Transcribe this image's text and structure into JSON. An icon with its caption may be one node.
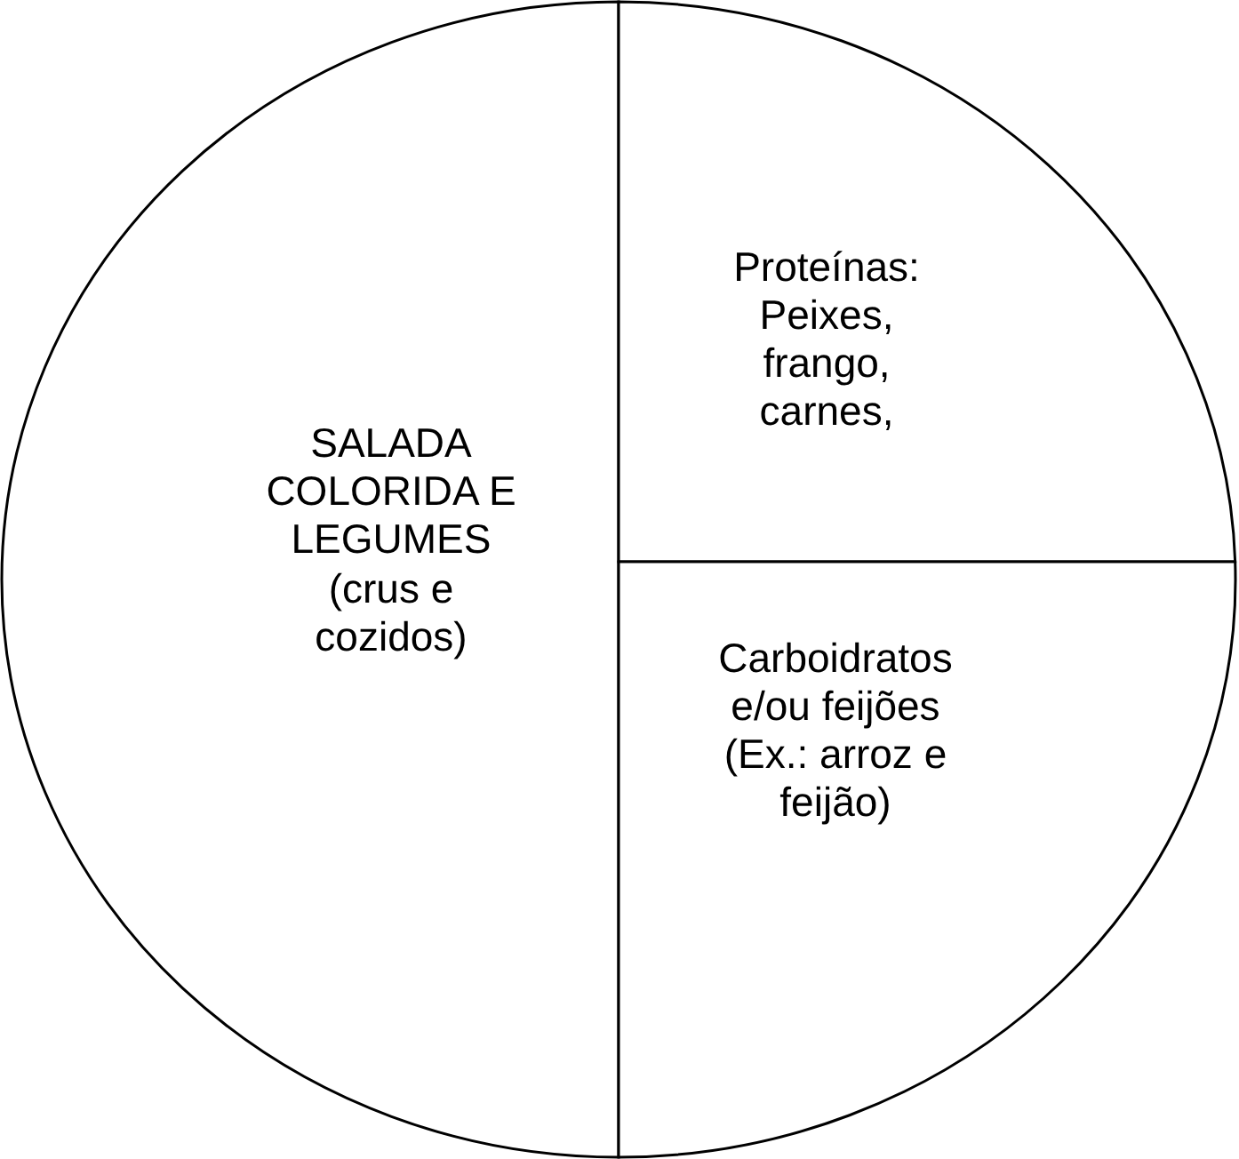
{
  "diagram": {
    "nodes": [
      {
        "text": [
          "SALADA COLORIDA E LEGUMES",
          "(crus e cozidos)"
        ]
      },
      {
        "text": [
          "Proteínas: Peixes, frango, carnes,"
        ]
      },
      {
        "text": [
          "Carboidratos e/ou feijões (Ex.: arroz e feijão)"
        ]
      }
    ]
  }
}
